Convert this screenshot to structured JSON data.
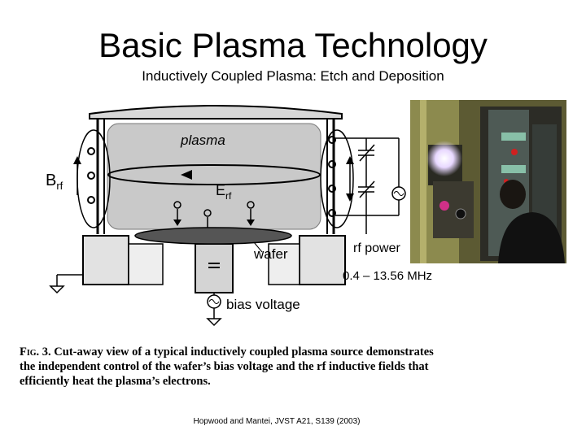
{
  "slide": {
    "title": "Basic Plasma Technology",
    "subtitle": "Inductively Coupled Plasma: Etch and Deposition"
  },
  "diagram": {
    "label_plasma": "plasma",
    "label_b": "B",
    "label_b_sub": "rf",
    "label_e": "E",
    "label_e_sub": "rf",
    "label_wafer": "wafer",
    "label_rf_power": "rf power",
    "label_bias_voltage": "bias voltage",
    "frequency_range": "0.4 – 13.56 MHz"
  },
  "figure_caption": {
    "lead": "Fig. 3.",
    "text": " Cut-away view of a typical inductively coupled plasma source demonstrates the independent control of the wafer’s bias voltage and the rf inductive fields that efficiently heat the plasma’s electrons."
  },
  "citation": "Hopwood and Mantei, JVST A21, S139 (2003)"
}
